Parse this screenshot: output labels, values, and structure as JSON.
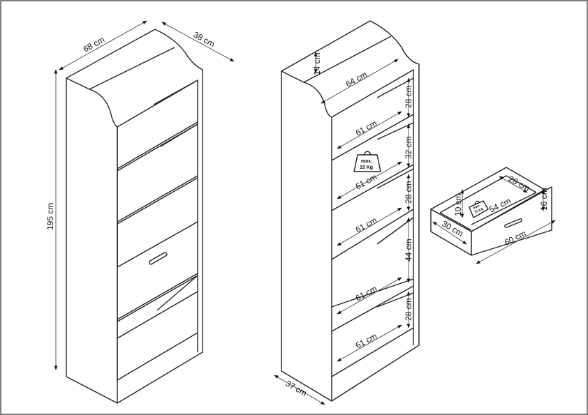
{
  "left_unit": {
    "width": "68 cm",
    "depth": "38 cm",
    "height": "195 cm"
  },
  "middle_unit": {
    "top_clearance": "14 cm",
    "top_width": "64 cm",
    "depth": "37 cm",
    "shelf_widths": [
      "61 cm",
      "61 cm",
      "61 cm",
      "61 cm",
      "61 cm"
    ],
    "gaps": [
      "28 cm",
      "32 cm",
      "28 cm",
      "44 cm",
      "28 cm"
    ],
    "weight_badge": {
      "line1": "max.",
      "line2": "15 Kg"
    }
  },
  "drawer": {
    "inner_depth": "28 cm",
    "inner_height": "10 cm",
    "inner_width": "54 cm",
    "front_height": "16 cm",
    "outer_depth": "30 cm",
    "outer_width": "60 cm",
    "weight_badge": {
      "line1": "max.",
      "line2": "15 Kg"
    }
  }
}
